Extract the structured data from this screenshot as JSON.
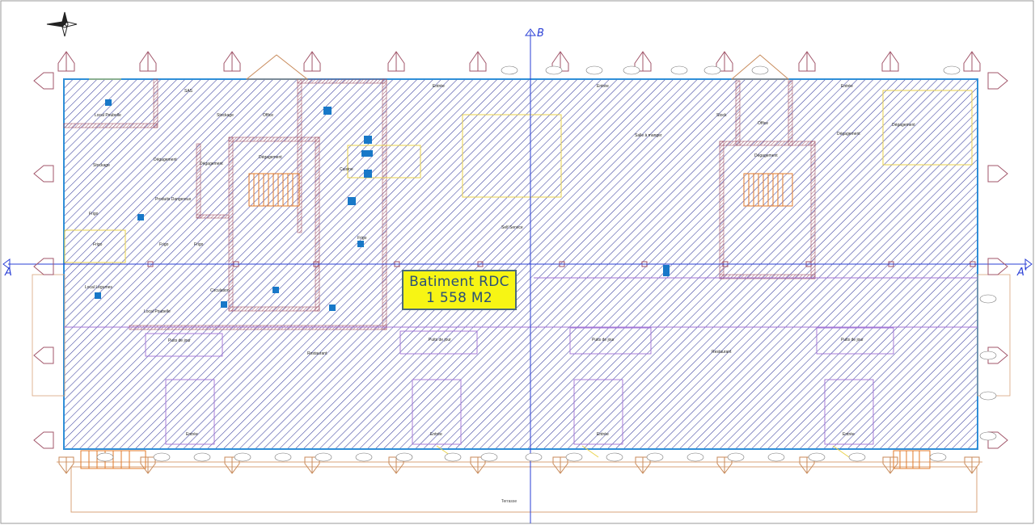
{
  "callout": {
    "line1": "Batiment RDC",
    "line2": "1 558 M2"
  },
  "section_marks": {
    "a_left": "A",
    "a_right": "A'",
    "b_top": "B"
  },
  "rooms": {
    "stockage_top": "Stockage",
    "stockage_left": "Stockage",
    "local_poubelle": "Local Poubelle",
    "sas": "SAS",
    "degagement_1": "Dégagement",
    "degagement_2": "Dégagement",
    "degagement_3": "Dégagement",
    "degagement_4": "Dégagement",
    "degagement_5": "Dégagement",
    "degagement_6": "Dégagement",
    "produits_dangereux": "Produits Dangereux",
    "cuisine": "Cuisine",
    "self_service": "Self Service",
    "salle_manger": "Salle à manger",
    "frigo_1": "Frigo",
    "frigo_2": "Frigo",
    "frigo_3": "Frigo",
    "frigo_4": "Frigo",
    "frigo_5": "Frigo",
    "local_legumes": "Local Légumes",
    "local_poubelle_2": "Local Poubelle",
    "circulation": "Circulation",
    "restaurant_1": "Restaurant",
    "restaurant_2": "Restaurant",
    "entree_1": "Entrée",
    "entree_2": "Entrée",
    "entree_3": "Entrée",
    "entree_4": "Entrée",
    "entree_5": "Entrée",
    "entree_6": "Entrée",
    "entree_7": "Entrée",
    "stock": "Stock",
    "terrasse": "Terrasse",
    "puits_1": "Puits de jour",
    "puits_2": "Puits de jour",
    "puits_3": "Puits de jour",
    "puits_4": "Puits de jour",
    "office_1": "Office",
    "office_2": "Office"
  },
  "colors": {
    "hatch": "#3a3f9e",
    "wall_hatch": "#a2566a",
    "axis": "#2a3fd6",
    "outline": "#2f8fd8",
    "callout_bg": "#f7f514",
    "callout_border": "#4b6a7a",
    "callout_text": "#2a5078",
    "pillar": "#b27a55",
    "yellow_lines": "#e9d24a",
    "purple_lines": "#a071d6"
  }
}
